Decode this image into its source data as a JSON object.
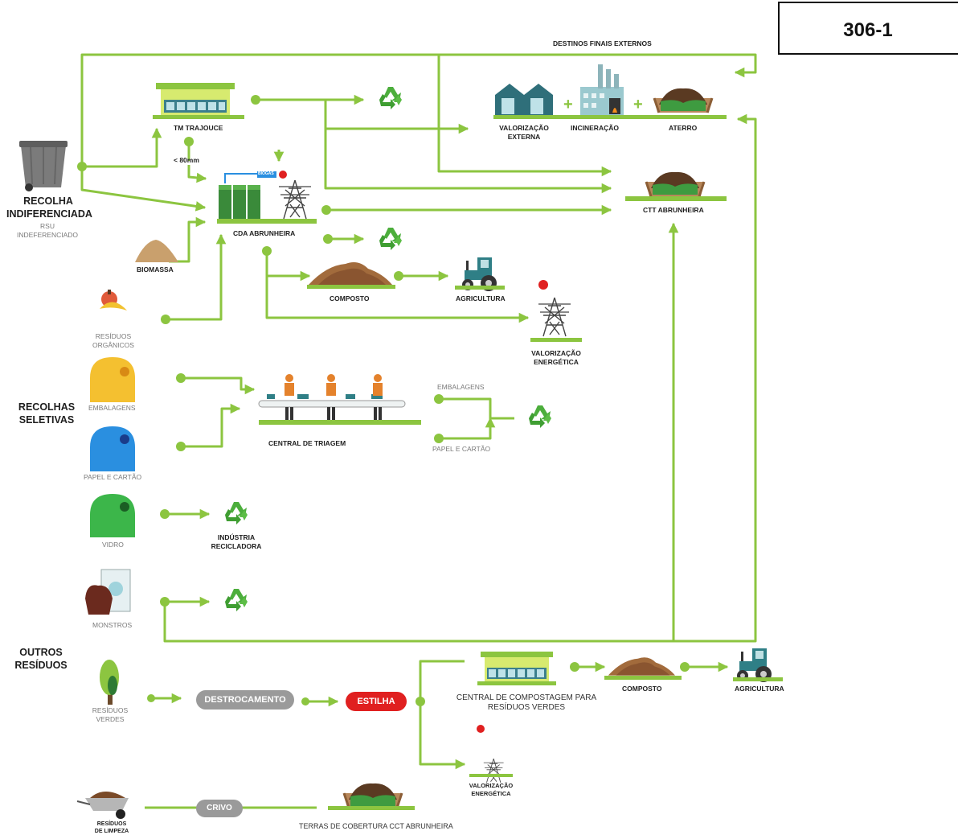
{
  "code": "306-1",
  "destinos_title": "DESTINOS FINAIS EXTERNOS",
  "valorizacao_externa": [
    "VALORIZAÇÃO",
    "EXTERNA"
  ],
  "incineracao": "INCINERAÇÃO",
  "aterro": "ATERRO",
  "plus": "+",
  "tm_trajouce": "TM TRAJOUCE",
  "lt80": "< 80mm",
  "biogas": "BIOGÁS",
  "cda": "CDA ABRUNHEIRA",
  "ctt": "CTT ABRUNHEIRA",
  "biomassa": "BIOMASSA",
  "recolha_indif": [
    "RECOLHA",
    "INDIFERENCIADA"
  ],
  "rsu_indif": [
    "RSU",
    "INDEFERENCIADO"
  ],
  "composto": "COMPOSTO",
  "agricultura": "AGRICULTURA",
  "valorizacao_energetica": [
    "VALORIZAÇÃO",
    "ENERGÉTICA"
  ],
  "residuos_organicos": [
    "RESÍDUOS",
    "ORGÂNICOS"
  ],
  "recolhas_seletivas": [
    "RECOLHAS",
    "SELETIVAS"
  ],
  "embalagens": "EMBALAGENS",
  "papel_cartao": "PAPEL E CARTÃO",
  "central_triagem": "CENTRAL DE TRIAGEM",
  "vidro": "VIDRO",
  "industria_recicladora": [
    "INDÚSTRIA",
    "RECICLADORA"
  ],
  "monstros": "MONSTROS",
  "outros_residuos": [
    "OUTROS",
    "RESÍDUOS"
  ],
  "residuos_verdes": [
    "RESÍDUOS",
    "VERDES"
  ],
  "destrocamento": "DESTROCAMENTO",
  "estilha": "ESTILHA",
  "central_compostagem": [
    "CENTRAL DE COMPOSTAGEM PARA",
    "RESÍDUOS VERDES"
  ],
  "residuos_limpeza": [
    "RESÍDUOS",
    "DE LIMPEZA"
  ],
  "crivo": "CRIVO",
  "terras_cobertura": "TERRAS DE COBERTURA CCT ABRUNHEIRA",
  "colors": {
    "green": "#8cc540",
    "dark_green": "#3a7d2c",
    "grey": "#9a9a9a",
    "red": "#e02020",
    "yellow": "#f4c030",
    "blue": "#2a8fe0",
    "glass": "#3cb64a",
    "brown": "#8a5a32",
    "teal": "#2f6f7a"
  }
}
